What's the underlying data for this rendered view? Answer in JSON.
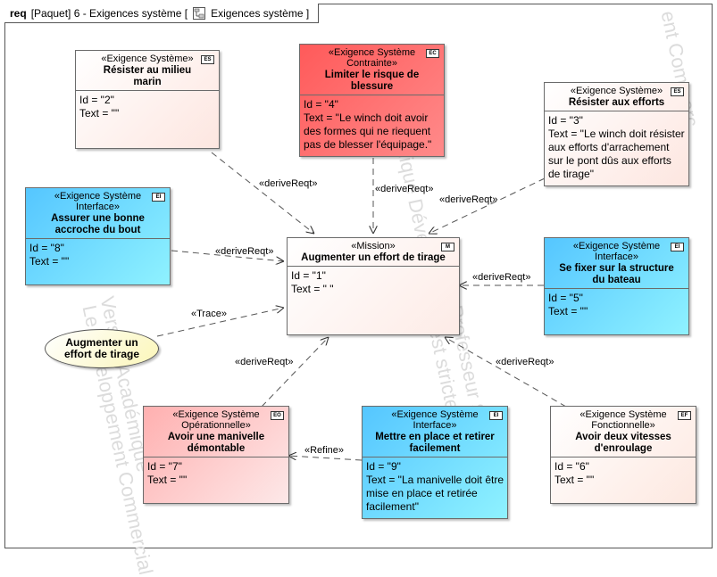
{
  "frame": {
    "keyword": "req",
    "title_left": "[Paquet] 6 - Exigences système [",
    "title_right": "Exigences système ]",
    "icon": "diagram-icon"
  },
  "watermarks": [
    "Version Académique",
    "Le Développement Commercial",
    "Professeur Sébastien",
    "est strictement interdit",
    "Académique Développement",
    "ent Commerc"
  ],
  "nodes": {
    "n2": {
      "stereotype": "«Exigence Système»",
      "name": "Résister au milieu marin",
      "icon": "ES",
      "attrs": [
        "Id = \"2\"",
        "Text = \"\""
      ]
    },
    "n4": {
      "stereotype": "«Exigence Système Contrainte»",
      "name": "Limiter le risque de blessure",
      "icon": "EC",
      "attrs": [
        "Id = \"4\"",
        "Text = \"Le winch doit avoir des formes qui ne riequent pas de blesser l'équipage.\""
      ]
    },
    "n3": {
      "stereotype": "«Exigence Système»",
      "name": "Résister aux efforts",
      "icon": "ES",
      "attrs": [
        "Id = \"3\"",
        "Text = \"Le winch doit résister aux efforts d'arrachement sur le pont dûs aux efforts de tirage\""
      ]
    },
    "n8": {
      "stereotype": "«Exigence Système Interface»",
      "name": "Assurer une bonne accroche du bout",
      "icon": "EI",
      "attrs": [
        "Id = \"8\"",
        "Text = \"\""
      ]
    },
    "n1": {
      "stereotype": "«Mission»",
      "name": "Augmenter un effort de tirage",
      "icon": "M",
      "attrs": [
        "Id = \"1\"",
        "Text = \" \""
      ]
    },
    "n5": {
      "stereotype": "«Exigence Système Interface»",
      "name": "Se fixer sur la structure du bateau",
      "icon": "EI",
      "attrs": [
        "Id = \"5\"",
        "Text = \"\""
      ]
    },
    "n7": {
      "stereotype": "«Exigence Système Opérationnelle»",
      "name": "Avoir une manivelle démontable",
      "icon": "EO",
      "attrs": [
        "Id = \"7\"",
        "Text = \"\""
      ]
    },
    "n9": {
      "stereotype": "«Exigence Système Interface»",
      "name": "Mettre en place et retirer facilement",
      "icon": "EI",
      "attrs": [
        "Id = \"9\"",
        "Text = \"La manivelle doit être mise en place et retirée facilement\""
      ]
    },
    "n6": {
      "stereotype": "«Exigence Système Fonctionnelle»",
      "name": "Avoir deux vitesses d'enroulage",
      "icon": "EF",
      "attrs": [
        "Id = \"6\"",
        "Text = \"\""
      ]
    }
  },
  "usecase": {
    "name": "Augmenter un effort de tirage"
  },
  "relations": {
    "r2": "«deriveReqt»",
    "r4": "«deriveReqt»",
    "r3": "«deriveReqt»",
    "r8": "«deriveReqt»",
    "r5": "«deriveReqt»",
    "rtrace": "«Trace»",
    "r7": "«deriveReqt»",
    "r6": "«deriveReqt»",
    "rrefine": "«Refine»"
  }
}
